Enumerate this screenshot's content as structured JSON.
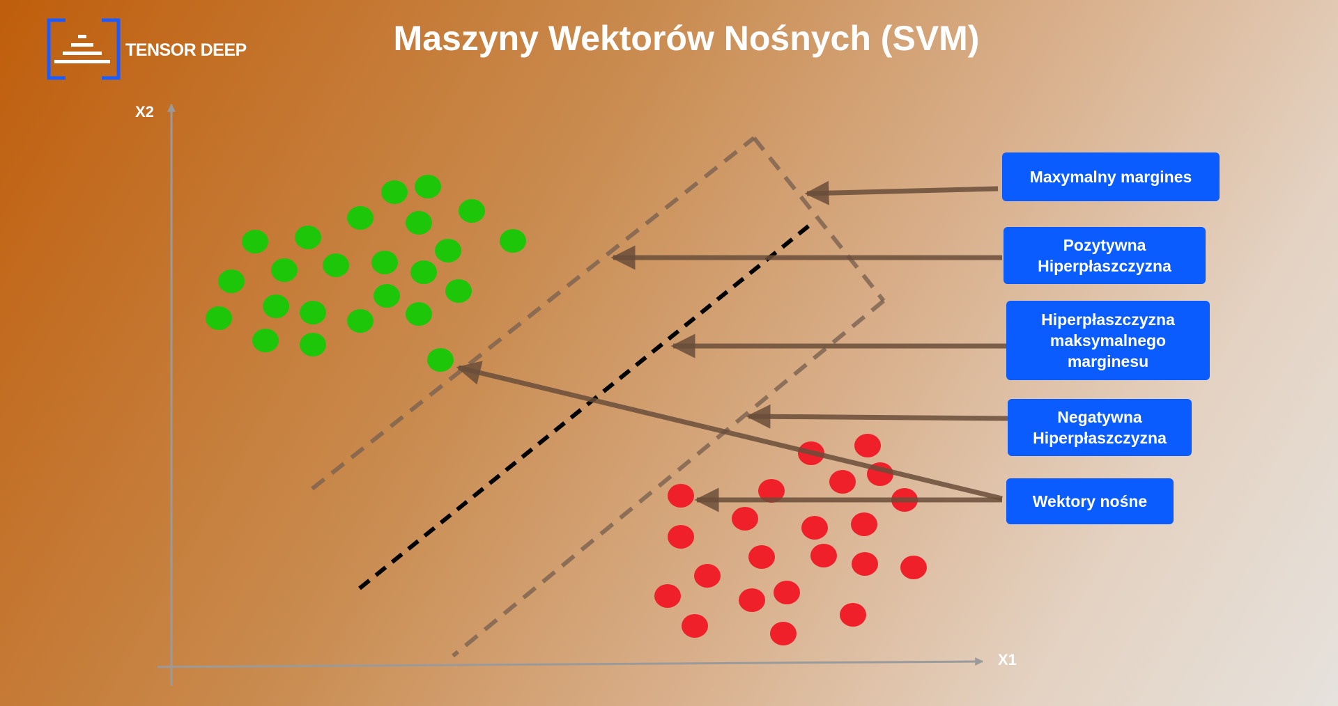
{
  "header": {
    "title": "Maszyny Wektorów Nośnych (SVM)",
    "logo_text": "TENSOR DEEP"
  },
  "axes": {
    "x_label": "X1",
    "y_label": "X2"
  },
  "callouts": {
    "max_margin": "Maxymalny margines",
    "positive_hyperplane": "Pozytywna\nHiperpłaszczyzna",
    "max_margin_hyperplane": "Hiperpłaszczyzna\nmaksymalnego\nmarginesu",
    "negative_hyperplane": "Negatywna\nHiperpłaszczyzna",
    "support_vectors": "Wektory nośne"
  },
  "colors": {
    "positive_class": "#1ec60a",
    "negative_class": "#f0202a",
    "callout_bg": "#0a5cff",
    "arrow": "#6a4e3a",
    "hyperplane": "#000000"
  }
}
